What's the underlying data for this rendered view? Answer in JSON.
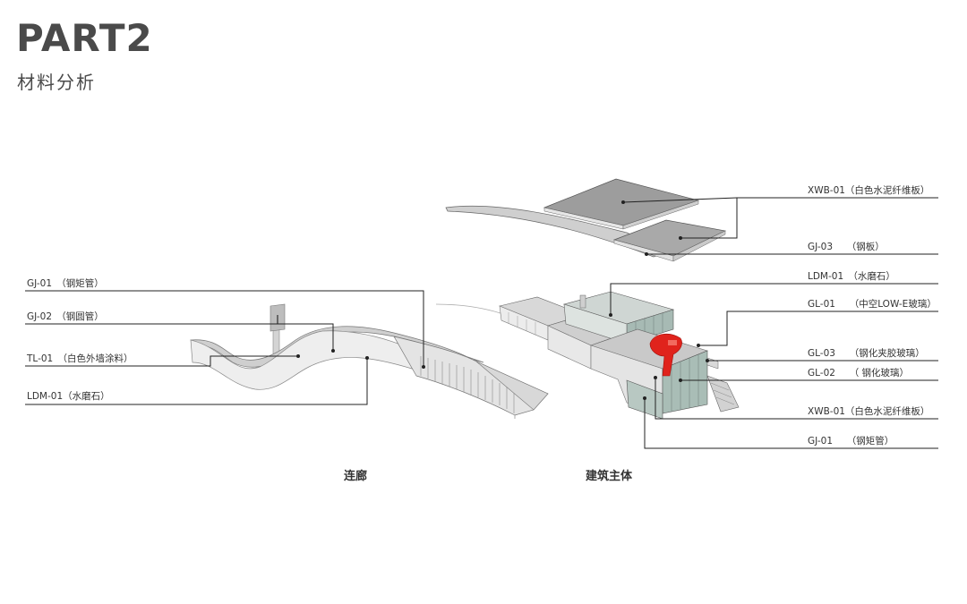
{
  "header": {
    "title": "PART2",
    "subtitle": "材料分析"
  },
  "left_labels": [
    "GJ-01　（钢矩管）",
    "GJ-02　（钢圆管）",
    "TL-01　（白色外墙涂料）",
    "LDM-01（水磨石）"
  ],
  "right_labels": [
    "XWB-01（白色水泥纤维板）",
    "GJ-03　　（钢板）",
    "LDM-01　（水磨石）",
    "GL-01　　（中空LOW-E玻璃）",
    "GL-03　　（钢化夹胶玻璃）",
    "GL-02　　（ 钢化玻璃）",
    "XWB-01（白色水泥纤维板）",
    "GJ-01　　（钢矩管）"
  ],
  "captions": {
    "corridor": "连廊",
    "building": "建筑主体"
  },
  "colors": {
    "accent_red": "#e0231c",
    "line": "#222222"
  }
}
